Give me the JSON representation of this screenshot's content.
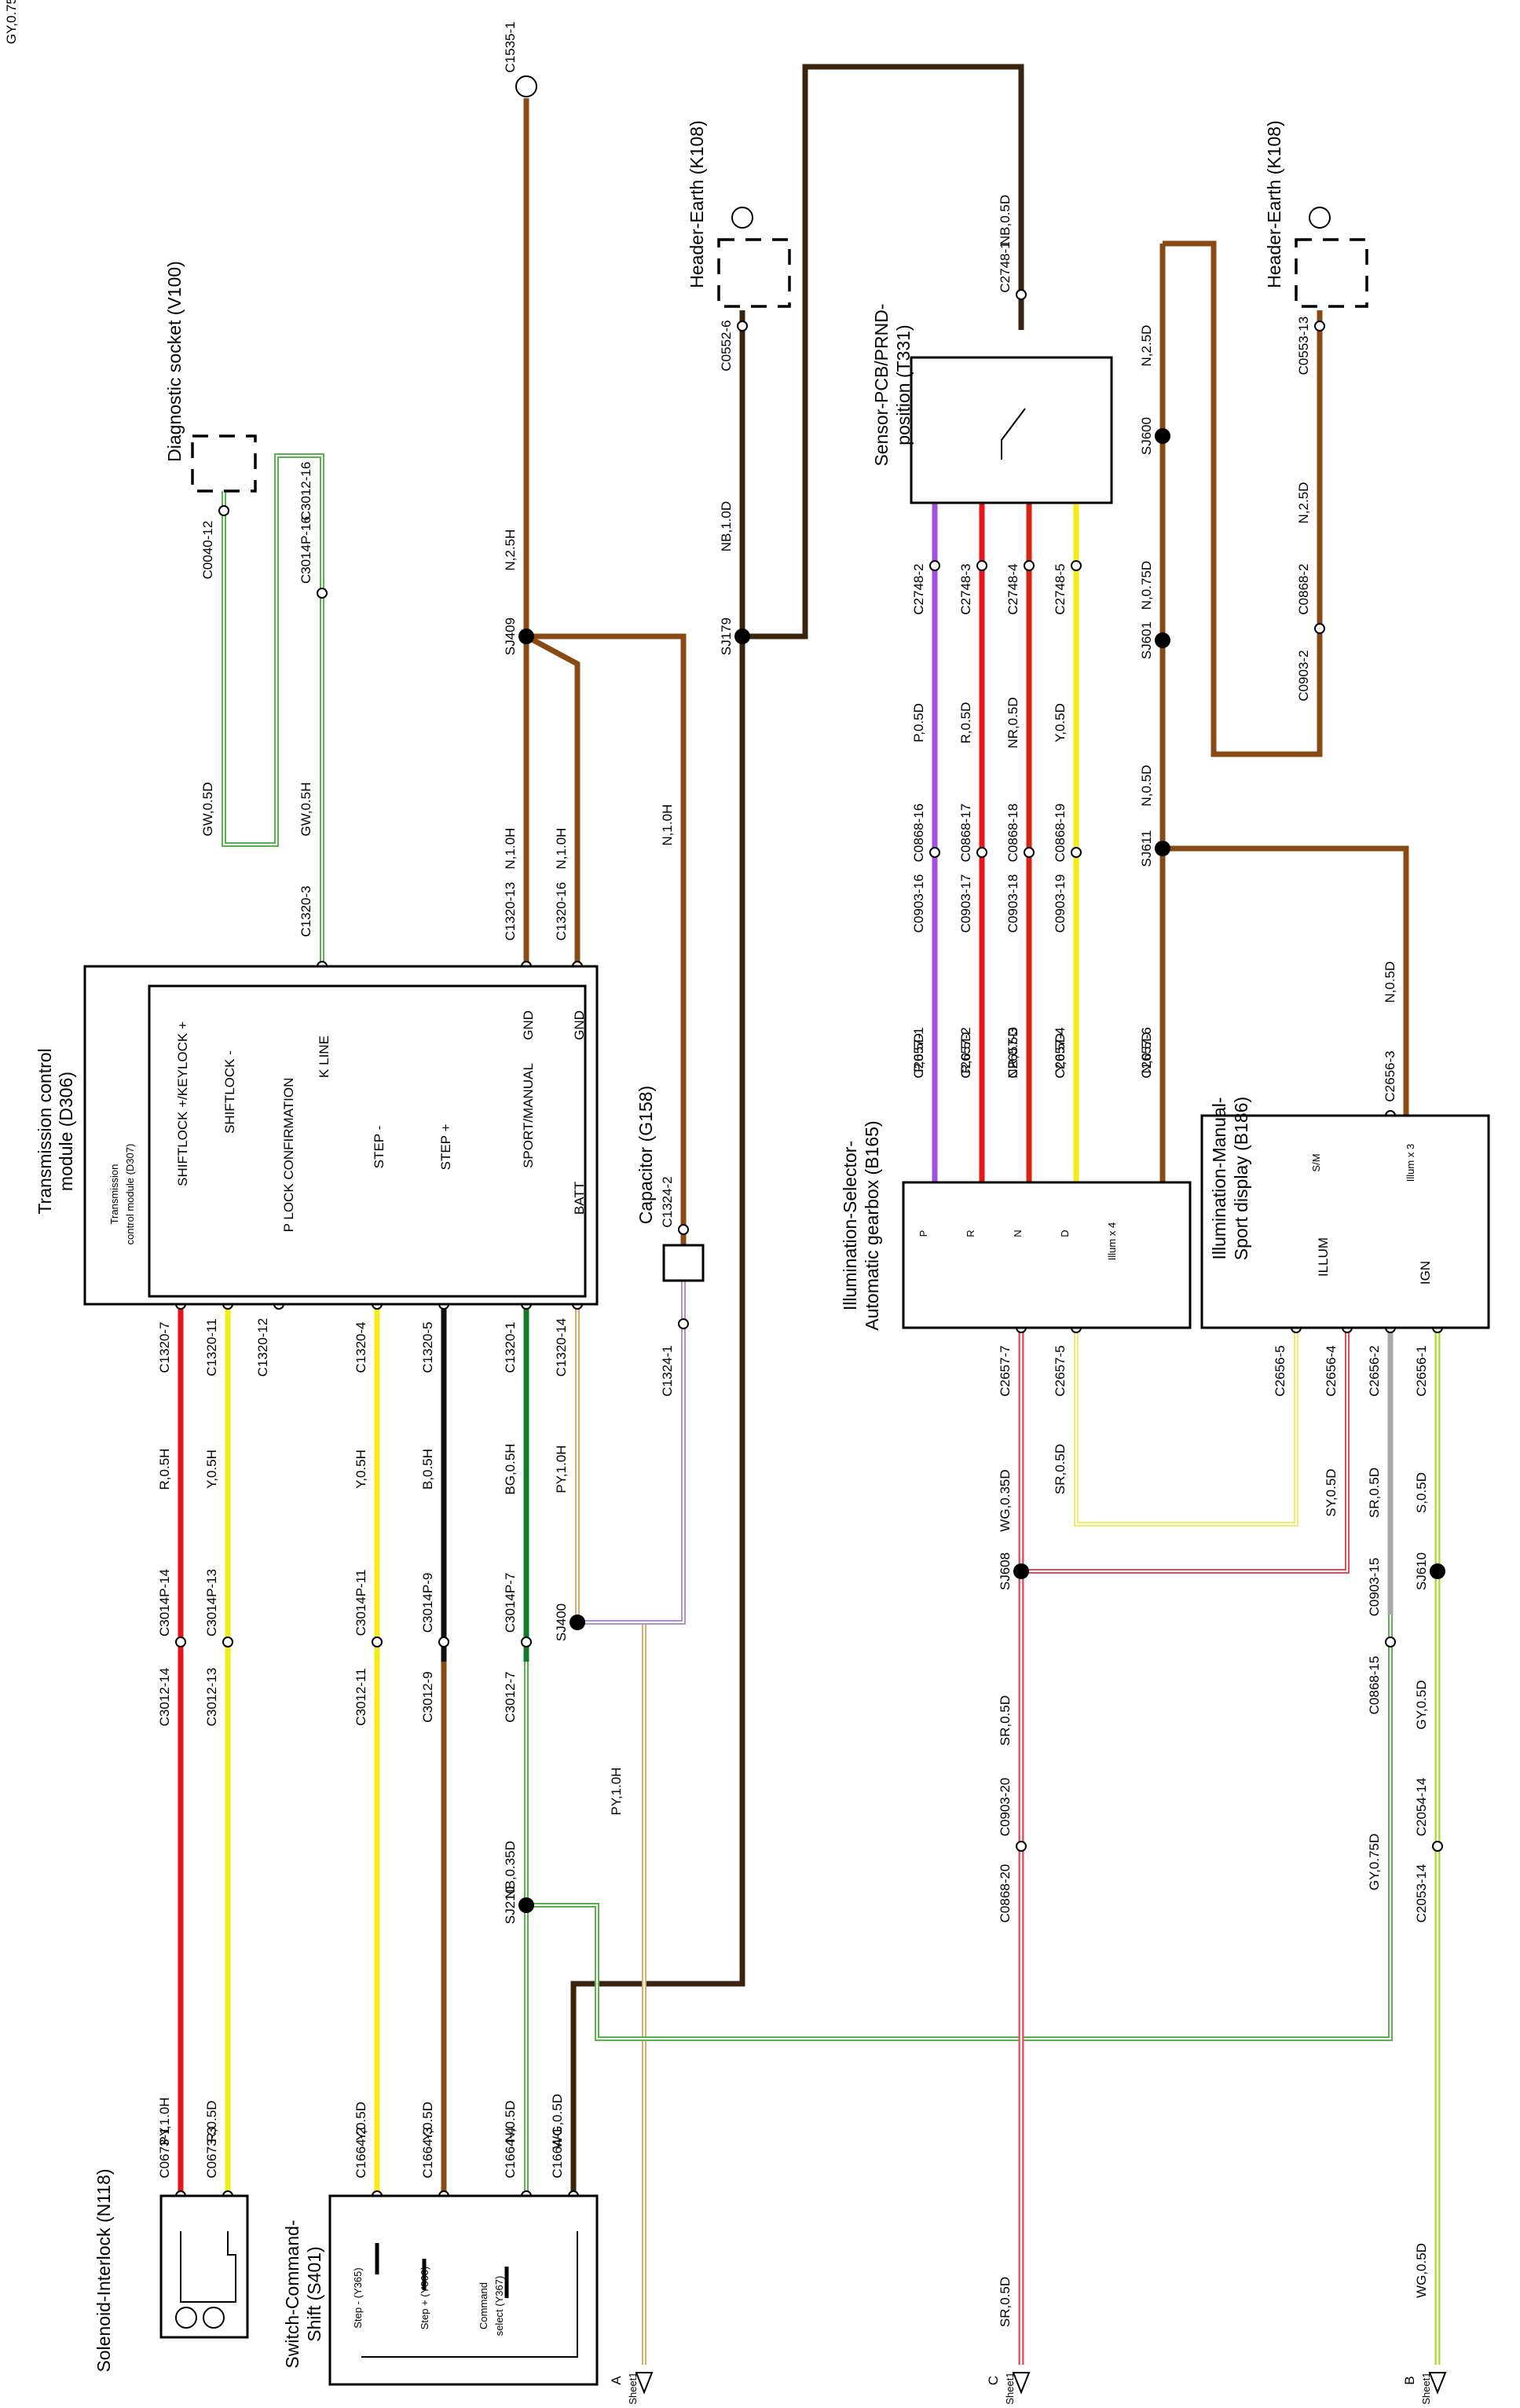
{
  "colors": {
    "R": "#e8141b",
    "Y": "#f2ee16",
    "B": "#111111",
    "BG": "#117a2a",
    "PY": "#d9a96a",
    "PY_alt": "#b38fd0",
    "WG": "#56b24a",
    "GW": "#56b24a",
    "N": "#8a4a14",
    "NB": "#3a2410",
    "P": "#a34fe0",
    "NR": "#d32414",
    "SR": "#e24a55",
    "SY": "#eeee66",
    "S": "#a9a9a9",
    "GY": "#a7dc2a"
  },
  "components": {
    "tcm": {
      "title1": "Transmission control",
      "title2": "module (D306)",
      "sub1": "Transmission",
      "sub2": "control module (D307)",
      "pins": [
        "SHIFTLOCK +/KEYLOCK +",
        "SHIFTLOCK -",
        "P LOCK CONFIRMATION",
        "K LINE",
        "STEP -",
        "STEP +",
        "SPORT/MANUAL",
        "GND",
        "BATT",
        "GND"
      ]
    },
    "solenoid": {
      "title": "Solenoid-Interlock (N118)"
    },
    "switch": {
      "title1": "Switch-Command-",
      "title2": "Shift (S401)",
      "items": [
        "Step - (Y365)",
        "Step + (Y366)",
        "Command",
        "select (Y367)"
      ]
    },
    "diag": {
      "title": "Diagnostic socket (V100)"
    },
    "header1": {
      "title": "Header-Earth (K108)"
    },
    "header2": {
      "title": "Header-Earth (K108)"
    },
    "capacitor": {
      "title": "Capacitor (G158)"
    },
    "sensor": {
      "title1": "Sensor-PCB/PRND-",
      "title2": "position (T331)"
    },
    "illum_sel": {
      "title1": "Illumination-Selector-",
      "title2": "Automatic gearbox (B165)",
      "leds": [
        "P",
        "R",
        "N",
        "D",
        "Illum x 4"
      ]
    },
    "illum_man": {
      "title1": "Illumination-Manual-",
      "title2": "Sport display (B186)",
      "sm": "S/M",
      "illum3": "Illum x 3",
      "pin_illum": "ILLUM",
      "pin_ign": "IGN"
    }
  },
  "connector_labels": [
    "C1535-1",
    "C0552-6",
    "C0553-13",
    "C0040-12",
    "C3014P-16",
    "C3012-16",
    "C1320-3",
    "C1320-13",
    "C1320-16",
    "C2748-1",
    "C2748-2",
    "C2748-3",
    "C2748-4",
    "C2748-5",
    "C0903-16",
    "C0868-16",
    "C0903-17",
    "C0868-17",
    "C0903-18",
    "C0868-18",
    "C0903-19",
    "C0868-19",
    "C2657-1",
    "C2657-2",
    "C2657-3",
    "C2657-4",
    "C2657-6",
    "C2657-7",
    "C2657-5",
    "C2656-3",
    "C2656-5",
    "C2656-4",
    "C2656-2",
    "C2656-1",
    "C1320-7",
    "C1320-11",
    "C1320-12",
    "C1320-4",
    "C1320-5",
    "C1320-1",
    "C1320-14",
    "C1324-2",
    "C1324-1",
    "C3012-14",
    "C3014P-14",
    "C3012-13",
    "C3014P-13",
    "C3012-11",
    "C3014P-11",
    "C3012-9",
    "C3014P-9",
    "C3012-7",
    "C3014P-7",
    "C0868-20",
    "C0903-20",
    "C0868-15",
    "C0903-15",
    "C2053-14",
    "C2054-14",
    "C0903-2",
    "C0868-2",
    "C0673-1",
    "C0673-3",
    "C1664-2",
    "C1664-3",
    "C1664-4",
    "C1664-1"
  ],
  "wire_labels": [
    "N,2.5H",
    "NB,1.0D",
    "NB,0.5D",
    "N,2.5D",
    "N,2.5D",
    "N,0.75D",
    "N,0.5D",
    "N,0.5D",
    "N,0.5D",
    "GW,0.5D",
    "GW,0.5H",
    "N,1.0H",
    "N,1.0H",
    "N,1.0H",
    "P,0.5D",
    "R,0.5D",
    "NR,0.5D",
    "Y,0.5D",
    "P,0.5D",
    "R,0.5D",
    "NR,0.5D",
    "Y,0.5D",
    "R,0.5H",
    "Y,0.5H",
    "Y,0.5H",
    "B,0.5H",
    "BG,0.5H",
    "PY,1.0H",
    "PY,1.0H",
    "PY,1.0H",
    "R,0.5D",
    "Y,0.5D",
    "Y,0.5D",
    "N,0.5D",
    "WG,0.5D",
    "NB,0.35D",
    "WG,0.35D",
    "SR,0.5D",
    "SR,0.5D",
    "SR,0.5D",
    "SY,0.5D",
    "SR,0.5D",
    "S,0.5D",
    "GY,0.5D",
    "GY,0.75D",
    "WG,0.5D",
    "GY,0.75D"
  ],
  "splices": [
    "SJ409",
    "SJ179",
    "SJ600",
    "SJ601",
    "SJ611",
    "SJ400",
    "SJ210",
    "SJ608",
    "SJ610"
  ],
  "sheet_refs": [
    {
      "letter": "A",
      "text": "Sheet1"
    },
    {
      "letter": "C",
      "text": "Sheet1"
    },
    {
      "letter": "B",
      "text": "Sheet1"
    }
  ]
}
